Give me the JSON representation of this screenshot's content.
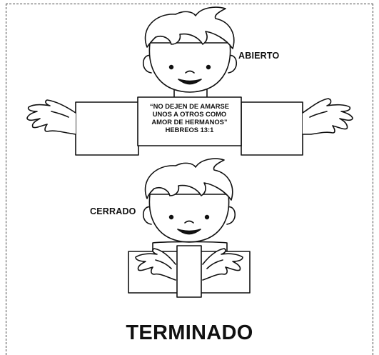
{
  "labels": {
    "open": "ABIERTO",
    "closed": "CERRADO",
    "finished": "TERMINADO"
  },
  "verse": {
    "lines": [
      "“NO DEJEN DE AMARSE",
      "UNOS A OTROS COMO",
      "AMOR DE HERMANOS”",
      "HEBREOS 13:1"
    ]
  },
  "colors": {
    "ink": "#111111",
    "paper": "#ffffff",
    "border": "#444444"
  }
}
